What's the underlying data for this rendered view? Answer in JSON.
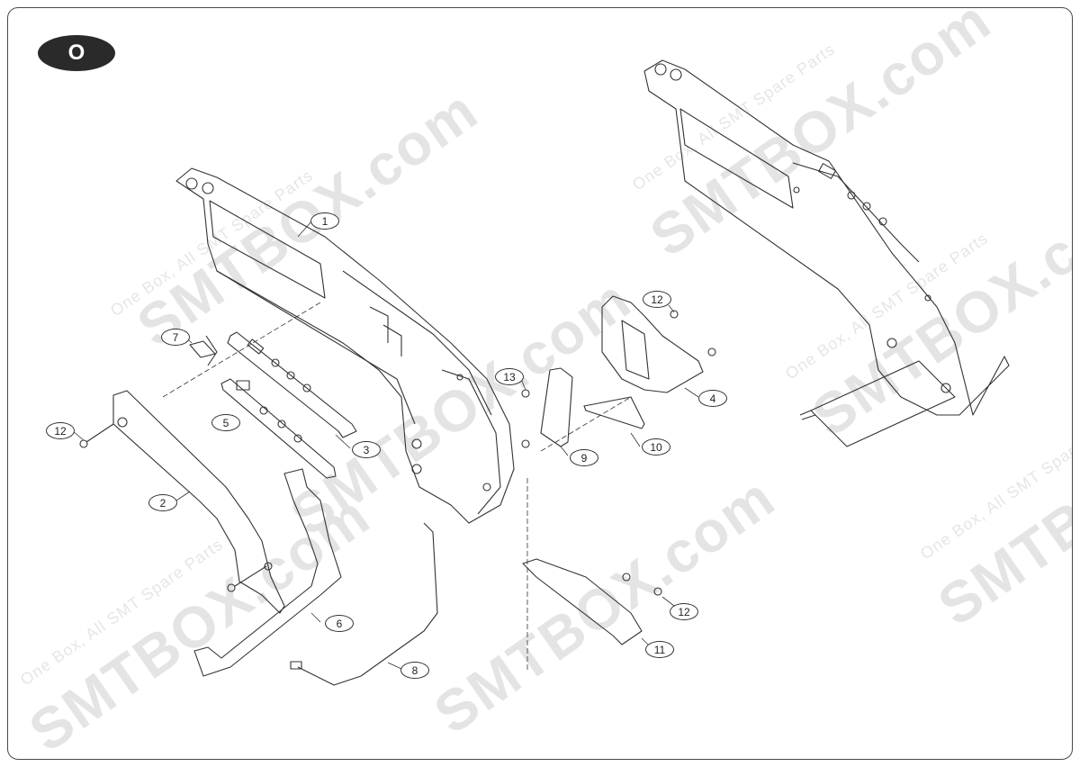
{
  "diagram": {
    "title_badge": "O",
    "type": "exploded parts diagram",
    "watermark": {
      "brand": "SMTBOX.com",
      "tagline": "One Box, All SMT Spare Parts"
    },
    "callouts": [
      {
        "id": "c1",
        "label": "1"
      },
      {
        "id": "c2",
        "label": "2"
      },
      {
        "id": "c3",
        "label": "3"
      },
      {
        "id": "c4",
        "label": "4"
      },
      {
        "id": "c5",
        "label": "5"
      },
      {
        "id": "c6",
        "label": "6"
      },
      {
        "id": "c7",
        "label": "7"
      },
      {
        "id": "c8",
        "label": "8"
      },
      {
        "id": "c9",
        "label": "9"
      },
      {
        "id": "c10",
        "label": "10"
      },
      {
        "id": "c11",
        "label": "11"
      },
      {
        "id": "c12a",
        "label": "12"
      },
      {
        "id": "c12b",
        "label": "12"
      },
      {
        "id": "c12c",
        "label": "12"
      },
      {
        "id": "c13",
        "label": "13"
      }
    ]
  }
}
